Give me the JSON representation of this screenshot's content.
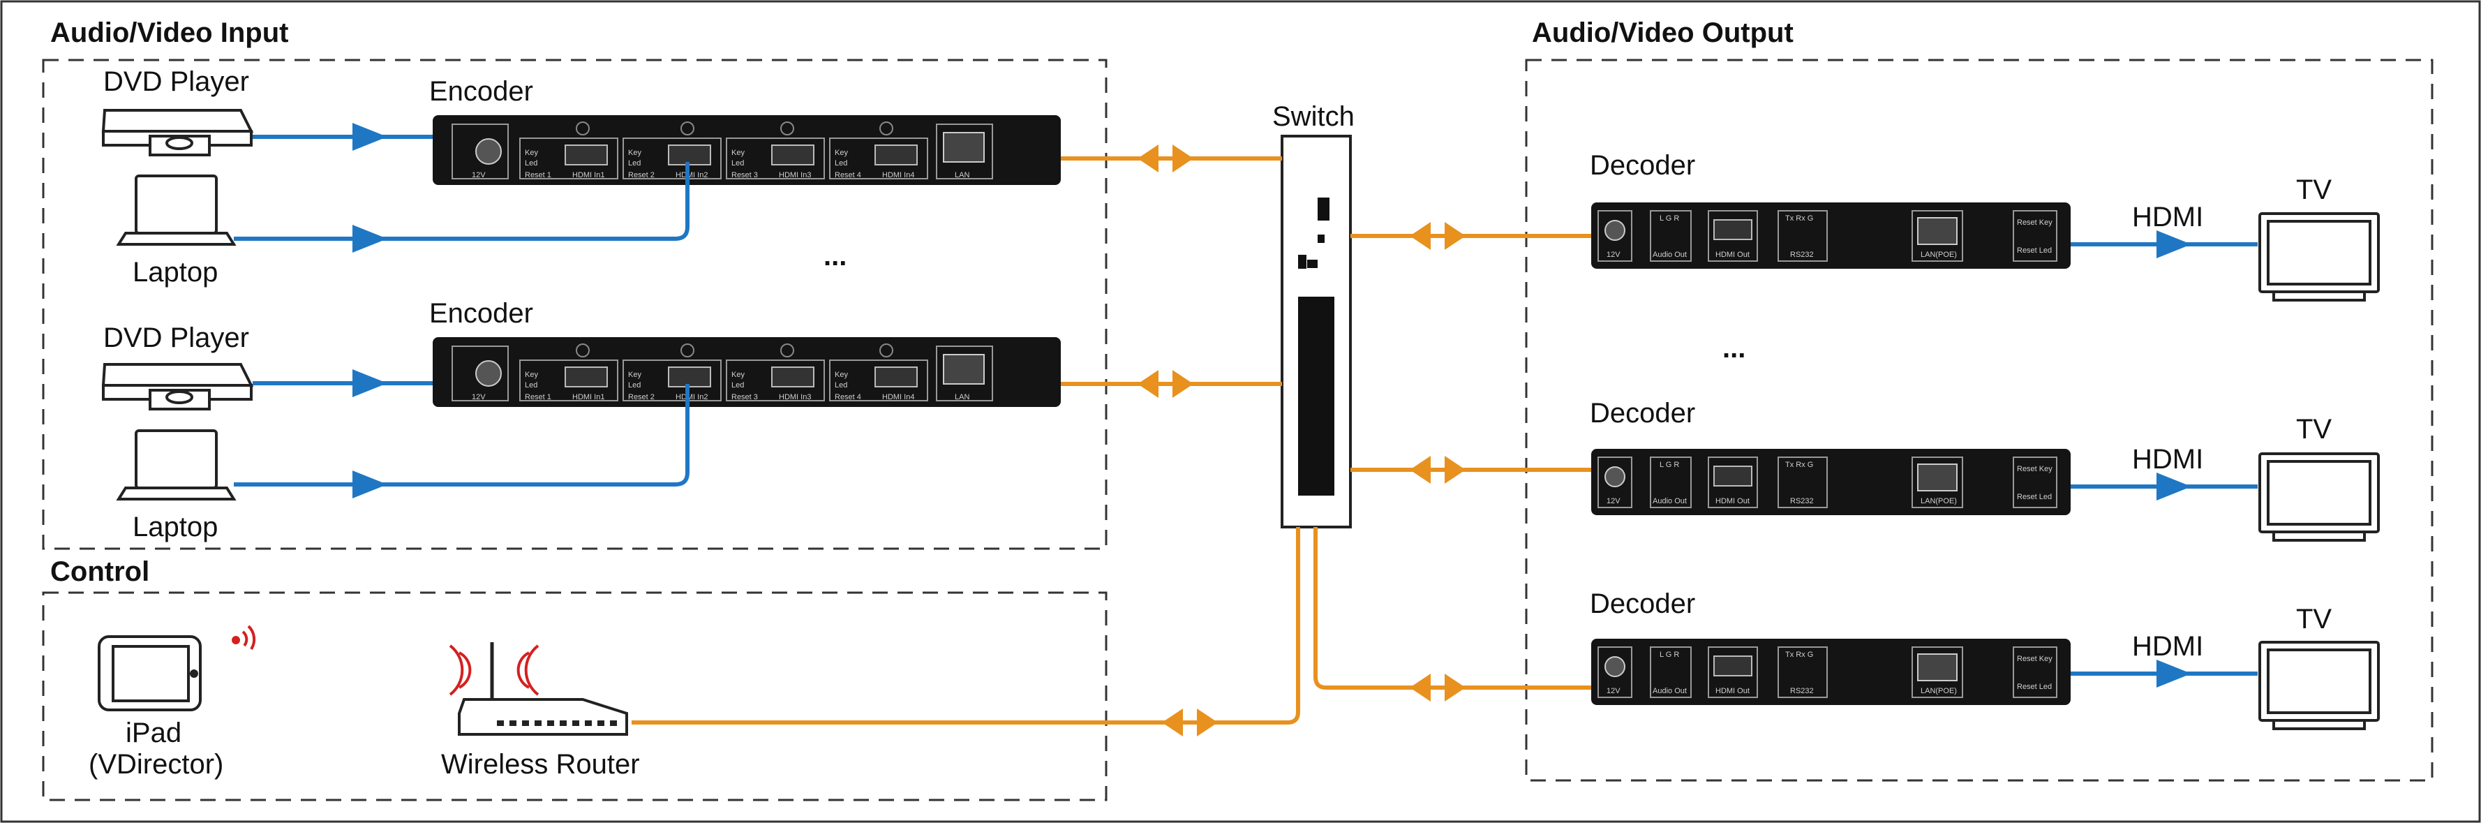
{
  "sections": {
    "av_input": "Audio/Video Input",
    "av_output": "Audio/Video Output",
    "control": "Control"
  },
  "devices": {
    "dvd_player": "DVD Player",
    "laptop": "Laptop",
    "encoder": "Encoder",
    "decoder": "Decoder",
    "switch": "Switch",
    "tv": "TV",
    "ipad_line1": "iPad",
    "ipad_line2": "(VDirector)",
    "router": "Wireless Router",
    "hdmi": "HDMI",
    "ellipsis": "..."
  },
  "encoder_ports": {
    "power": "12V",
    "key": "Key",
    "led": "Led",
    "reset1": "Reset 1",
    "reset2": "Reset 2",
    "reset3": "Reset 3",
    "reset4": "Reset 4",
    "hdmi_in1": "HDMI In1",
    "hdmi_in2": "HDMI In2",
    "hdmi_in3": "HDMI In3",
    "hdmi_in4": "HDMI In4",
    "lan": "LAN"
  },
  "decoder_ports": {
    "power": "12V",
    "audio_lr": "L  G  R",
    "audio_out": "Audio Out",
    "hdmi_out": "HDMI Out",
    "rs232_pins": "Tx Rx G",
    "rs232": "RS232",
    "lan_poe": "LAN(POE)",
    "reset_key": "Reset Key",
    "reset_led": "Reset Led"
  },
  "colors": {
    "av_signal": "#1f77c4",
    "network": "#e8911e",
    "device_body": "#141414",
    "wireless": "#d42020"
  }
}
